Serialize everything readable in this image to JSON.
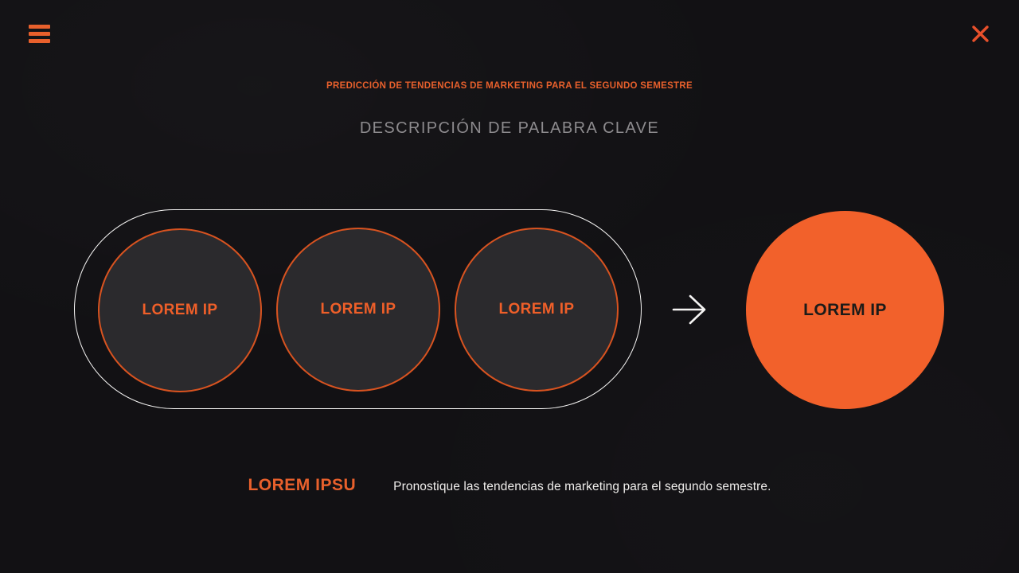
{
  "colors": {
    "background": "#121114",
    "accent_orange": "#F2612B",
    "accent_orange_text": "#E8602C",
    "circle_ring": "#D85320",
    "circle_fill": "#2B2A2D",
    "pill_outline": "#F7F6F5",
    "subtitle_gray": "#8D8B8E",
    "result_label_dark": "#1C1B19",
    "body_text": "#F0EEEC"
  },
  "header": {
    "menu_icon": "hamburger-icon",
    "close_icon": "close-icon"
  },
  "titles": {
    "kicker": "PREDICCIÓN DE TENDENCIAS DE MARKETING PARA EL SEGUNDO SEMESTRE",
    "subtitle": "DESCRIPCIÓN DE PALABRA CLAVE"
  },
  "diagram": {
    "input_circles": [
      {
        "label": "LOREM IP"
      },
      {
        "label": "LOREM IP"
      },
      {
        "label": "LOREM IP"
      }
    ],
    "arrow_icon": "right-arrow-icon",
    "result_circle": {
      "label": "LOREM IP"
    }
  },
  "caption": {
    "keyword": "LOREM IPSU",
    "description": "Pronostique las tendencias de marketing para el segundo semestre."
  }
}
